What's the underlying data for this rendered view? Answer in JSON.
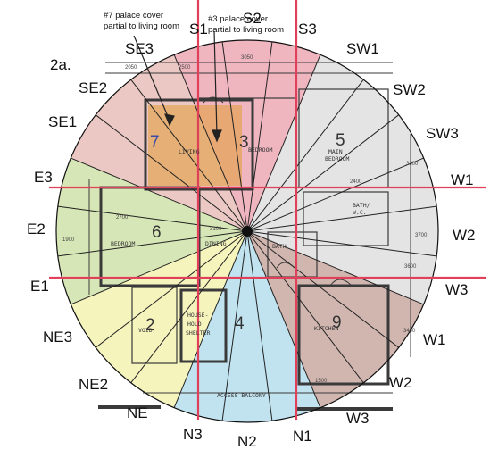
{
  "figure_label": "2a.",
  "colors": {
    "sector_fill": [
      "#a9d8ea",
      "#a9d8ea",
      "#a9d8ea",
      "#f2f0a3",
      "#f2f0a3",
      "#f2f0a3",
      "#c8dc9a",
      "#c8dc9a",
      "#c8dc9a",
      "#e3b3ac",
      "#e3b3ac",
      "#e3b3ac",
      "#ea9aa8",
      "#ea9aa8",
      "#ea9aa8",
      "#d9d9d9",
      "#d9d9d9",
      "#d9d9d9",
      "#d9d9d9",
      "#d9d9d9",
      "#d9d9d9",
      "#bf9a90",
      "#bf9a90",
      "#bf9a90"
    ],
    "grid_line": "#e0405a",
    "spoke": "#222222",
    "living_room": "#e2a24b"
  },
  "direction_labels": {
    "s1": "S1",
    "s2": "S2",
    "s3": "S3",
    "se3": "SE3",
    "se2": "SE2",
    "se1": "SE1",
    "e3": "E3",
    "e2": "E2",
    "e1": "E1",
    "ne3": "NE3",
    "ne2": "NE2",
    "ne1": "NE",
    "n3": "N3",
    "n2": "N2",
    "n1": "N1",
    "sw1": "SW1",
    "sw2": "SW2",
    "sw3": "SW3",
    "w1": "W1",
    "w2": "W2",
    "w3": "W3",
    "w1b": "W1",
    "w2b": "W2",
    "w3b": "W3"
  },
  "palace_numbers": {
    "p7": "7",
    "p3": "3",
    "p5": "5",
    "p6": "6",
    "p2": "2",
    "p4": "4",
    "p9": "9"
  },
  "annotations": {
    "note7_line1": "#7 palace cover",
    "note7_line2": "partial to living room",
    "note3_line1": "#3 palace cover",
    "note3_line2": "partial to living room"
  },
  "plan_text": {
    "living": "LIVING",
    "bedroom": "BEDROOM",
    "main": "MAIN",
    "main_bedroom": "BEDROOM",
    "bedroom_west": "BEDROOM",
    "dining": "DINING",
    "bath": "BATH/",
    "wc": "W.C.",
    "bath2": "BATH",
    "household": "HOUSE-",
    "household2": "HOLD",
    "shelter": "SHELTER",
    "void": "VOID",
    "kitchen": "KITCHEN",
    "access": "ACCESS BALCONY",
    "dim_2050": "2050",
    "dim_2500": "2500",
    "dim_3050": "3050",
    "dim_2400": "2400",
    "dim_2700": "2700",
    "dim_3100": "3100",
    "dim_1500": "1500",
    "dim_3700": "3700",
    "dim_3600": "3600",
    "dim_3300": "3300",
    "dim_1900": "1900",
    "dim_3400": "3400"
  }
}
